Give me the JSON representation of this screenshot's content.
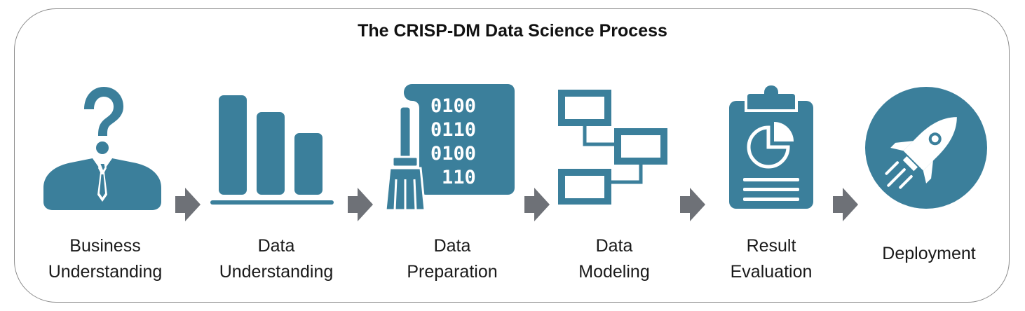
{
  "title": "The CRISP-DM Data Science Process",
  "colors": {
    "icon": "#3b7f9b",
    "arrow": "#6e7177",
    "border": "#8c8c8c",
    "text": "#1a1a1a"
  },
  "steps": [
    {
      "icon": "business-person-question-icon",
      "label_line1": "Business",
      "label_line2": "Understanding"
    },
    {
      "icon": "bar-chart-icon",
      "label_line1": "Data",
      "label_line2": "Understanding"
    },
    {
      "icon": "binary-data-broom-icon",
      "label_line1": "Data",
      "label_line2": "Preparation"
    },
    {
      "icon": "flowchart-icon",
      "label_line1": "Data",
      "label_line2": "Modeling"
    },
    {
      "icon": "clipboard-pie-chart-icon",
      "label_line1": "Result",
      "label_line2": "Evaluation"
    },
    {
      "icon": "rocket-icon",
      "label_line1": "Deployment"
    }
  ],
  "binary": [
    "0100",
    "0110",
    "0100",
    "110"
  ]
}
